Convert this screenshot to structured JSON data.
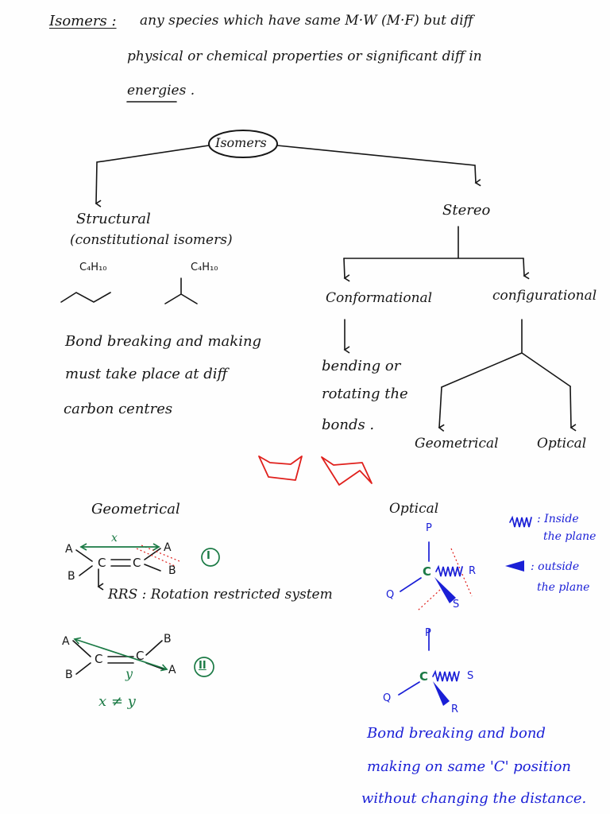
{
  "definition": {
    "heading": "Isomers :",
    "line1": "any species which have same  M·W (M·F)  but  diff",
    "line2": "physical  or  chemical  properties  or   significant  diff  in",
    "line3": "energies ."
  },
  "tree": {
    "root": "Isomers",
    "structural": {
      "title": "Structural",
      "subtitle": "(constitutional isomers)",
      "formula_a": "C₄H₁₀",
      "formula_b": "C₄H₁₀",
      "note_line1": "Bond  breaking  and  making",
      "note_line2": "must  take place at  diff",
      "note_line3": "carbon  centres"
    },
    "stereo": {
      "title": "Stereo",
      "conformational": {
        "title": "Conformational",
        "note_line1": "bending  or",
        "note_line2": "rotating the",
        "note_line3": "bonds ."
      },
      "configurational": {
        "title": "configurational",
        "geometrical": "Geometrical",
        "optical": "Optical"
      }
    }
  },
  "geometrical_section": {
    "heading": "Geometrical",
    "isomer1": {
      "A1": "A",
      "B1": "B",
      "C1": "C",
      "C2": "C",
      "A2": "A",
      "B2": "B",
      "distance": "x",
      "label": "I"
    },
    "rrs": "RRS : Rotation restricted system",
    "isomer2": {
      "A1": "A",
      "B1": "B",
      "C1": "C",
      "C2": "C",
      "B2": "B",
      "A2": "A",
      "distance": "y",
      "label": "II"
    },
    "inequality": "x ≠ y"
  },
  "optical_section": {
    "heading": "Optical",
    "molecule1": {
      "top": "P",
      "left": "Q",
      "center": "C",
      "hashed": "R",
      "wedge": "S"
    },
    "molecule2": {
      "top": "P",
      "left": "Q",
      "center": "C",
      "hashed": "S",
      "wedge": "R"
    },
    "legend": {
      "hashed_line1": ": Inside",
      "hashed_line2": "the plane",
      "wedge_line1": ": outside",
      "wedge_line2": "the plane"
    },
    "note_line1": "Bond  breaking  and  bond",
    "note_line2": "making  on  same  'C'  position",
    "note_line3": "without  changing  the  distance."
  },
  "colors": {
    "ink": "#161616",
    "green": "#1b7a45",
    "blue": "#1a1fd6",
    "red": "#e0201c"
  }
}
